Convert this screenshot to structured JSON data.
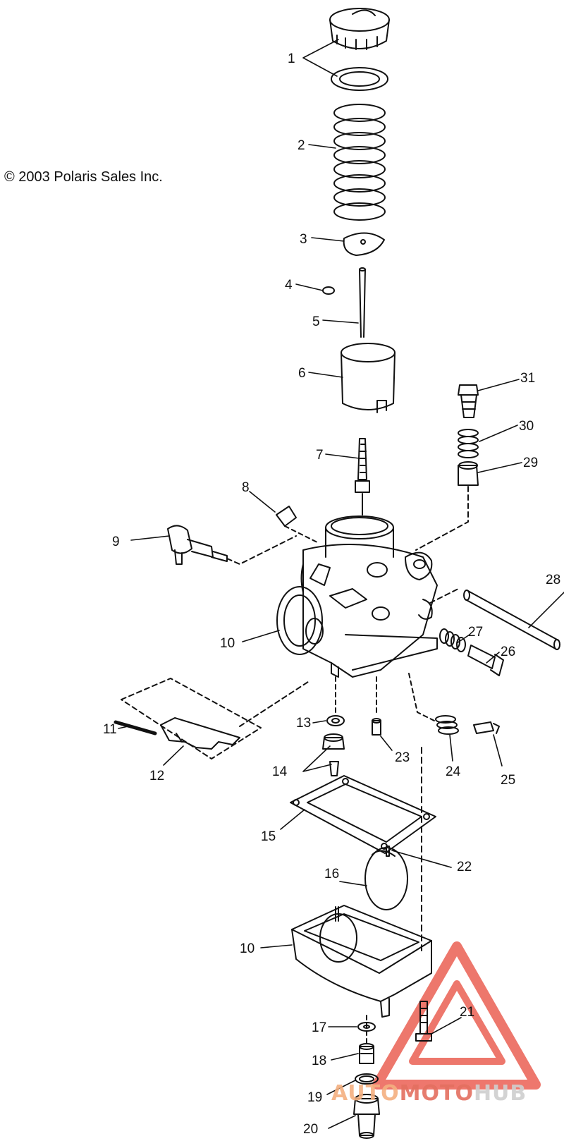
{
  "copyright": "© 2003 Polaris Sales Inc.",
  "watermark": {
    "part1": "AUTO",
    "part2": "MOTO",
    "part3": "HUB",
    "color_auto": "#f4b080",
    "color_moto": "#e47060",
    "color_hub": "#d8d8d8",
    "logo_color": "#e84a3c"
  },
  "labels": [
    "1",
    "2",
    "3",
    "4",
    "5",
    "6",
    "7",
    "8",
    "9",
    "10",
    "31",
    "30",
    "29",
    "28",
    "27",
    "26",
    "13",
    "23",
    "24",
    "25",
    "11",
    "12",
    "14",
    "15",
    "16",
    "22",
    "10",
    "17",
    "21",
    "18",
    "19",
    "20"
  ]
}
